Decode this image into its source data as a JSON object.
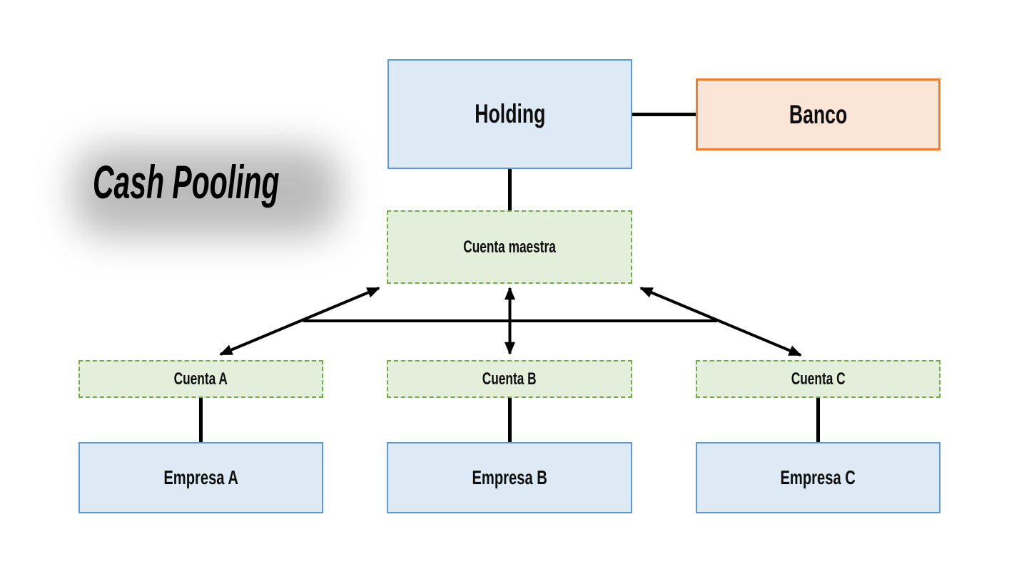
{
  "title": "Cash Pooling",
  "nodes": {
    "holding": "Holding",
    "banco": "Banco",
    "cuenta_maestra": "Cuenta maestra",
    "cuenta_a": "Cuenta A",
    "cuenta_b": "Cuenta B",
    "cuenta_c": "Cuenta C",
    "empresa_a": "Empresa A",
    "empresa_b": "Empresa B",
    "empresa_c": "Empresa C"
  },
  "edges": [
    {
      "id": "holding-banco",
      "style": "thick-line"
    },
    {
      "id": "holding-cuenta-maestra",
      "style": "thick-line"
    },
    {
      "id": "cuenta-maestra-cuenta-a",
      "style": "double-arrow"
    },
    {
      "id": "cuenta-maestra-cuenta-b",
      "style": "double-arrow"
    },
    {
      "id": "cuenta-maestra-cuenta-c",
      "style": "double-arrow"
    },
    {
      "id": "horizontal-cross-line",
      "style": "thin-line"
    },
    {
      "id": "cuenta-a-empresa-a",
      "style": "thick-line"
    },
    {
      "id": "cuenta-b-empresa-b",
      "style": "thick-line"
    },
    {
      "id": "cuenta-c-empresa-c",
      "style": "thick-line"
    }
  ],
  "colors": {
    "company_fill": "#dde9f5",
    "company_border": "#5b9bd5",
    "account_fill": "#e3efdb",
    "account_border": "#70ad47",
    "bank_fill": "#fbe5d6",
    "bank_border": "#ed7d31",
    "connector": "#000000",
    "title_color": "#000000"
  }
}
